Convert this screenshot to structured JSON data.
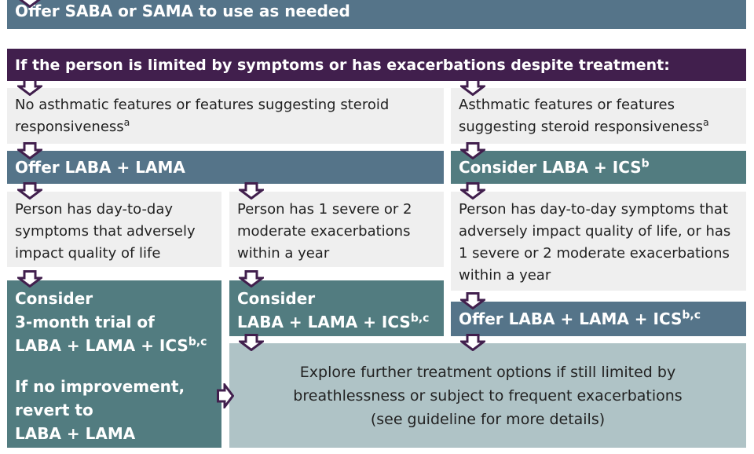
{
  "colors": {
    "slate": "#557489",
    "purple": "#411f4d",
    "teal": "#527c80",
    "gray": "#efefef",
    "light": "#afc3c6"
  },
  "boxes": {
    "saba": "Offer SABA or SAMA to use as needed",
    "condition": "If the person is limited by symptoms or has exacerbations despite treatment:",
    "no_asthmatic": "No asthmatic features or features suggesting steroid responsiveness",
    "no_asthmatic_sup": "a",
    "asthmatic": "Asthmatic features or features suggesting steroid responsiveness",
    "asthmatic_sup": "a",
    "offer_laba_lama": "Offer LABA + LAMA",
    "consider_laba_ics": "Consider LABA + ICS",
    "consider_laba_ics_sup": "b",
    "daily_symptoms": "Person has day-to-day symptoms that adversely impact quality of life",
    "exacerbations": "Person has 1 severe or 2 moderate exacerbations within a year",
    "either": "Person has day-to-day symptoms that adversely impact quality of life, or has 1 severe or 2 moderate exacerbations within a year",
    "trial_line1": "Consider",
    "trial_line2": "3-month trial of",
    "trial_line3": "LABA + LAMA + ICS",
    "trial_sup": "b,c",
    "revert_line1": "If no improvement,",
    "revert_line2": "revert to",
    "revert_line3": "LABA + LAMA",
    "consider_triple_line1": "Consider",
    "consider_triple_line2": "LABA + LAMA + ICS",
    "consider_triple_sup": "b,c",
    "offer_triple": "Offer LABA + LAMA + ICS",
    "offer_triple_sup": "b,c",
    "explore_line1": "Explore further treatment options if still limited by",
    "explore_line2": "breathlessness or subject to frequent exacerbations",
    "explore_line3": "(see guideline for more details)"
  }
}
